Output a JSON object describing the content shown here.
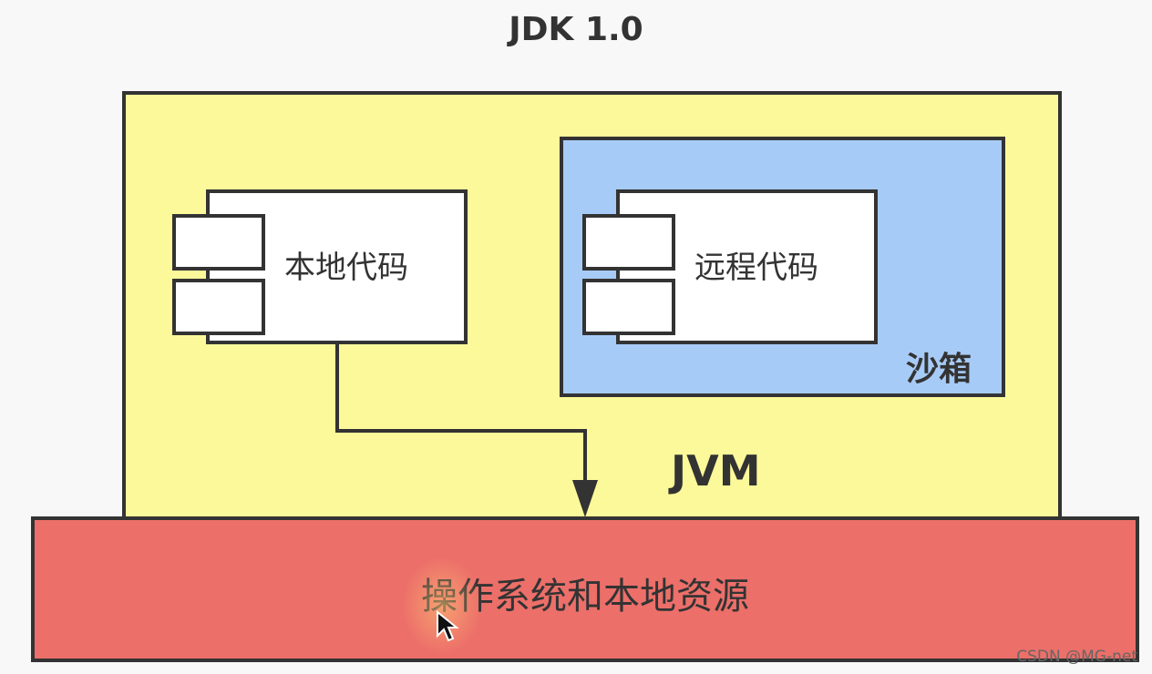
{
  "title": "JDK 1.0",
  "jvm_label": "JVM",
  "sandbox_label": "沙箱",
  "local_code_label": "本地代码",
  "remote_code_label": "远程代码",
  "os_label": "操作系统和本地资源",
  "watermark": "CSDN @MG-net",
  "colors": {
    "jvm_fill": "#fbf99a",
    "sandbox_fill": "#a7cbf7",
    "os_fill": "#ec6f69",
    "component_fill": "#ffffff",
    "stroke": "#333333"
  }
}
